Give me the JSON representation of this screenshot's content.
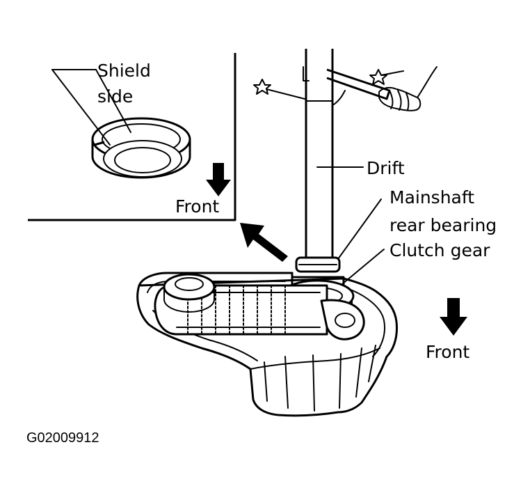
{
  "labels": {
    "shield_side_line1": "Shield",
    "shield_side_line2": "side",
    "front_inset": "Front",
    "drift": "Drift",
    "mainshaft_line1": "Mainshaft",
    "mainshaft_line2": "rear bearing",
    "clutch_gear": "Clutch gear",
    "front_main": "Front",
    "figure_id": "G02009912"
  },
  "icons": {
    "front_arrow": "arrow-down-icon",
    "pointer_arrow": "arrow-up-left-icon",
    "reference_marks": "star-icon"
  }
}
